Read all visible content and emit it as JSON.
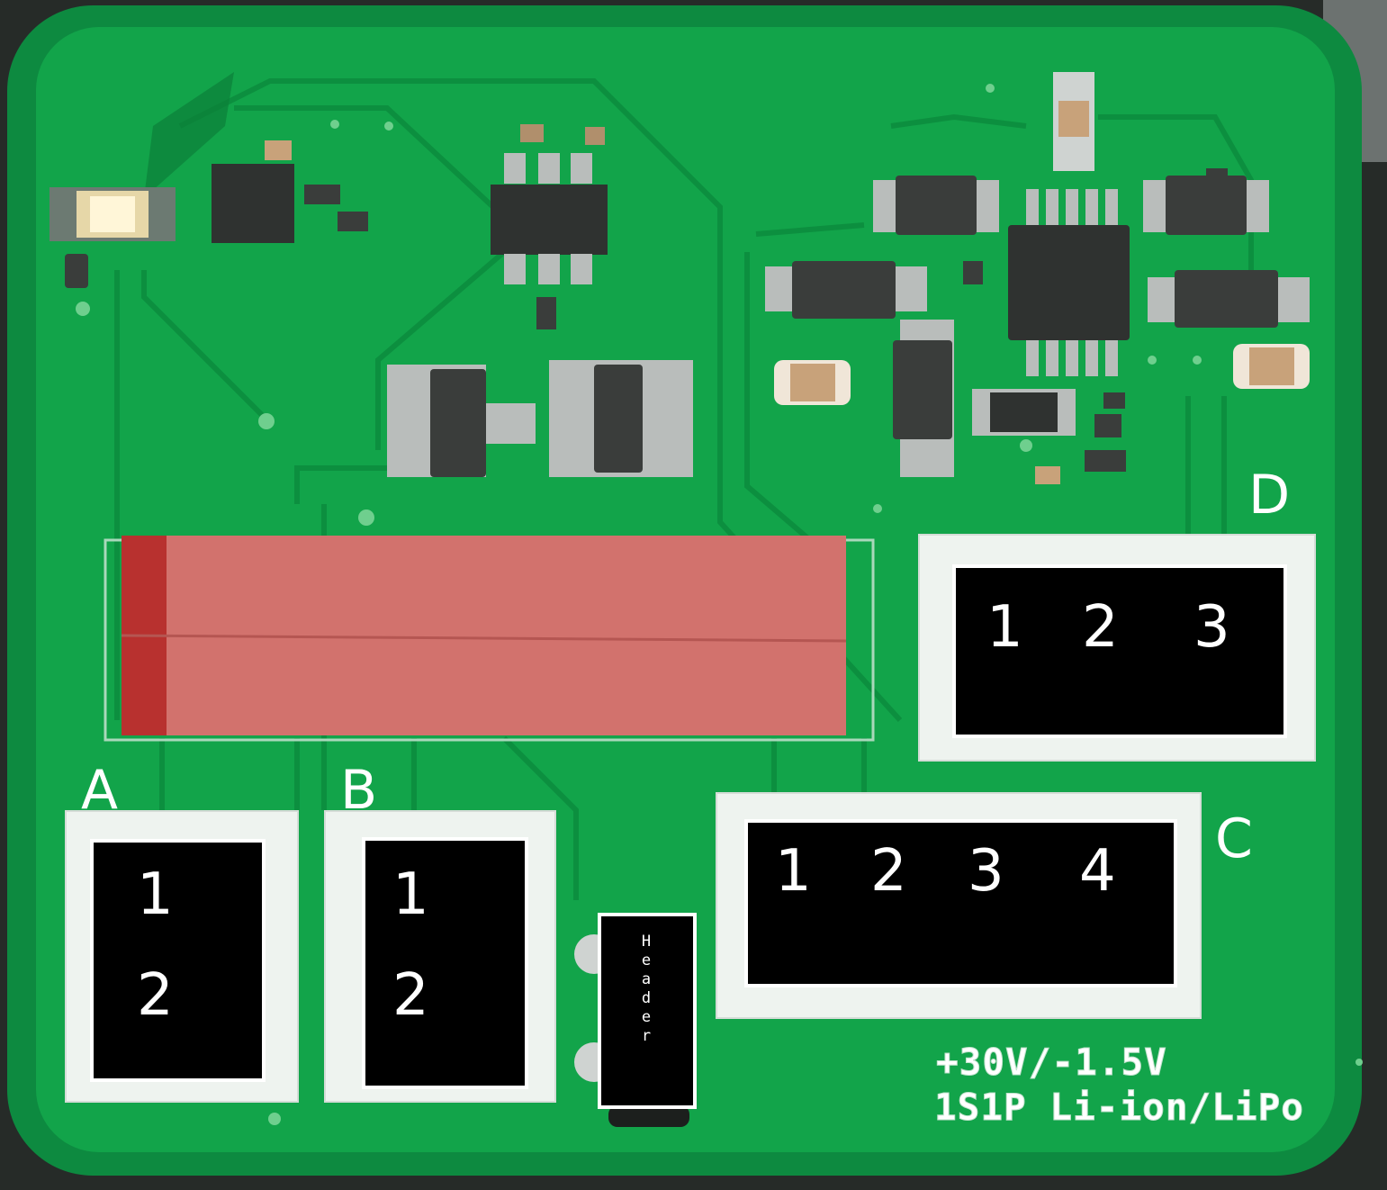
{
  "connectors": {
    "A": {
      "letter": "A",
      "pins": [
        "1",
        "2"
      ]
    },
    "B": {
      "letter": "B",
      "pins": [
        "1",
        "2"
      ]
    },
    "C": {
      "letter": "C",
      "pins": [
        "1",
        "2",
        "3",
        "4"
      ]
    },
    "D": {
      "letter": "D",
      "pins": [
        "1",
        "2",
        "3"
      ]
    }
  },
  "header_label": "Header",
  "silkscreen": {
    "voltage": "+30V/-1.5V",
    "battery": "1S1P Li-ion/LiPo"
  },
  "colors": {
    "pcb_green": "#10a449",
    "pcb_dark_green": "#0b7a3c",
    "relay_red": "#d2726d",
    "connector_white": "#eef3ef"
  },
  "icons": [
    "pcb-board",
    "relay-component",
    "smd-chip",
    "led-component"
  ]
}
